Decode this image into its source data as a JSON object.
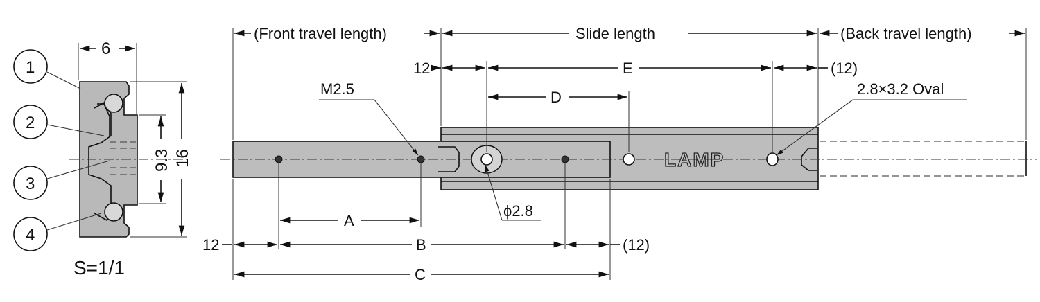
{
  "cross_section": {
    "width_label": "6",
    "height_label": "16",
    "inner_height_label": "9.3",
    "callouts": [
      "1",
      "2",
      "3",
      "4"
    ],
    "scale_label": "S=1/1"
  },
  "dimensions": {
    "front_travel": "(Front travel length)",
    "slide_length": "Slide length",
    "back_travel": "(Back travel length)",
    "top_left_12": "12",
    "top_right_12": "(12)",
    "e_label": "E",
    "d_label": "D",
    "a_label": "A",
    "b_label": "B",
    "c_label": "C",
    "bottom_left_12": "12",
    "bottom_right_12": "(12)",
    "screw_label": "M2.5",
    "hole_label": "ϕ2.8",
    "oval_label": "2.8×3.2 Oval",
    "brand": "LAMP"
  }
}
